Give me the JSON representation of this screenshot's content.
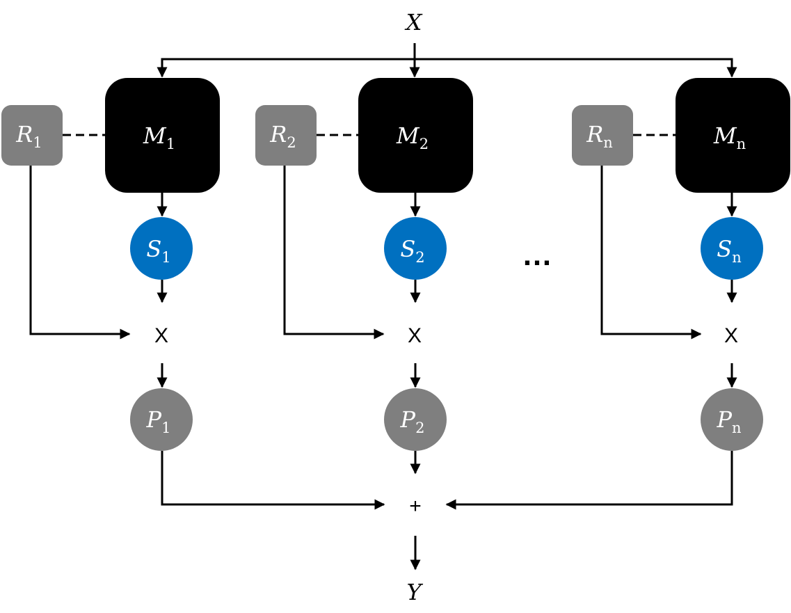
{
  "colors": {
    "model_box": "#000000",
    "router_box": "#7f7f7f",
    "s_node": "#0070c0",
    "p_node": "#7f7f7f",
    "line": "#000000",
    "text_on_dark": "#ffffff"
  },
  "input": {
    "label": "X"
  },
  "output": {
    "label": "Y"
  },
  "ellipsis": "…",
  "sum_operator": "+",
  "branches": [
    {
      "model": {
        "base": "M",
        "sub": "1"
      },
      "router": {
        "base": "R",
        "sub": "1"
      },
      "score": {
        "base": "S",
        "sub": "1"
      },
      "product": {
        "base": "P",
        "sub": "1"
      },
      "operator": "X"
    },
    {
      "model": {
        "base": "M",
        "sub": "2"
      },
      "router": {
        "base": "R",
        "sub": "2"
      },
      "score": {
        "base": "S",
        "sub": "2"
      },
      "product": {
        "base": "P",
        "sub": "2"
      },
      "operator": "X"
    },
    {
      "model": {
        "base": "M",
        "sub": "n"
      },
      "router": {
        "base": "R",
        "sub": "n"
      },
      "score": {
        "base": "S",
        "sub": "n"
      },
      "product": {
        "base": "P",
        "sub": "n"
      },
      "operator": "X"
    }
  ]
}
